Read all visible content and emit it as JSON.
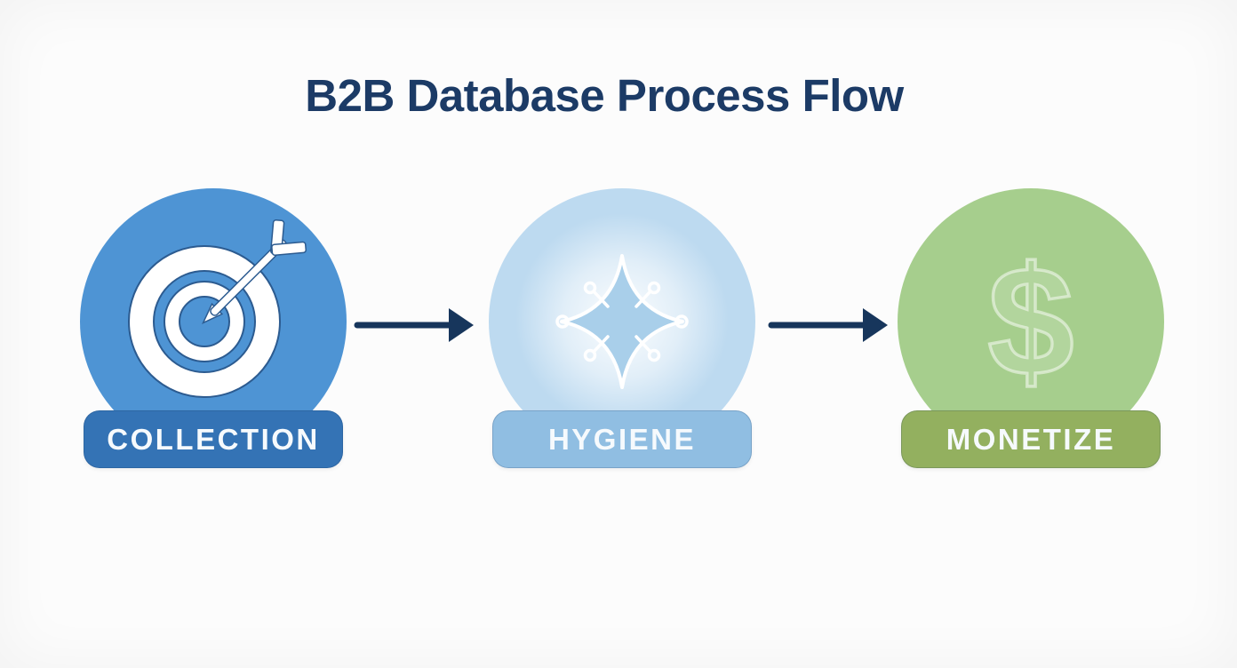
{
  "title": "B2B Database Process Flow",
  "colors": {
    "background": "#FCFCFC",
    "title": "#1C3B66",
    "arrow": "#17365C"
  },
  "nodes": [
    {
      "label": "COLLECTION",
      "icon": "target-arrow-icon",
      "circle_color": "#4E94D4",
      "label_bg": "#3473B5",
      "icon_color": "#FFFFFF"
    },
    {
      "label": "HYGIENE",
      "icon": "sparkle-icon",
      "circle_color": "#BDDAF0",
      "label_bg": "#90BEE2",
      "icon_color": "#A9CFEA"
    },
    {
      "label": "MONETIZE",
      "icon": "dollar-sign-icon",
      "circle_color": "#A6CE8D",
      "label_bg": "#93B05F",
      "dollar_glyph": "$"
    }
  ],
  "connectors": [
    {
      "from": "COLLECTION",
      "to": "HYGIENE",
      "shape": "right-arrow",
      "color": "#17365C"
    },
    {
      "from": "HYGIENE",
      "to": "MONETIZE",
      "shape": "right-arrow",
      "color": "#17365C"
    }
  ]
}
